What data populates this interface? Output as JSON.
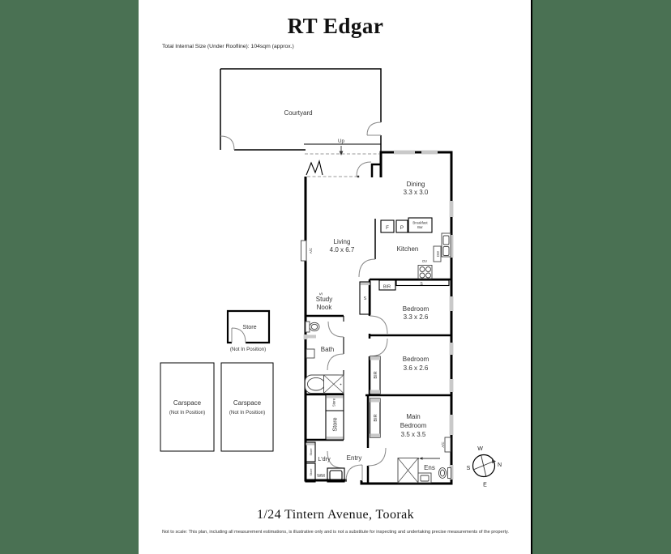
{
  "header": {
    "brand": "RT Edgar",
    "size_note": "Total Internal Size (Under Roofline): 104sqm (approx.)"
  },
  "plan": {
    "rooms": {
      "courtyard": "Courtyard",
      "living": {
        "name": "Living",
        "dims": "4.0 x 6.7"
      },
      "dining": {
        "name": "Dining",
        "dims": "3.3 x 3.0"
      },
      "kitchen": "Kitchen",
      "study_nook": {
        "line1": "Study",
        "line2": "Nook"
      },
      "bath": "Bath",
      "bedroom1": {
        "name": "Bedroom",
        "dims": "3.3 x 2.6"
      },
      "bedroom2": {
        "name": "Bedroom",
        "dims": "3.6 x 2.6"
      },
      "main_bedroom": {
        "line1": "Main",
        "line2": "Bedroom",
        "dims": "3.5 x 3.5"
      },
      "ens": "Ens",
      "laundry": "L'dry",
      "entry": "Entry"
    },
    "annotations": {
      "up": "Up",
      "wm": "WM",
      "fridge": "F",
      "pantry": "P",
      "breakfast_bar": {
        "line1": "Breakfast",
        "line2": "Bar"
      },
      "oven": "OV",
      "dishwasher": "DW",
      "shelf": "S",
      "robe": "BIR",
      "ac": "A/C",
      "store": "Store",
      "carspace": "Carspace",
      "not_in_position": "(Not In Position)"
    },
    "compass": {
      "n": "N",
      "s": "S",
      "e": "E",
      "w": "W"
    }
  },
  "footer": {
    "address": "1/24 Tintern Avenue, Toorak",
    "disclaimer": "Not to scale: This plan, including all measurement estimations, is illustrative only and is not a substitute for inspecting and undertaking precise measurements of the property."
  },
  "colors": {
    "sidebar_green": "#4a7153",
    "wall_black": "#000000",
    "window_grey": "#c9c9c9"
  }
}
